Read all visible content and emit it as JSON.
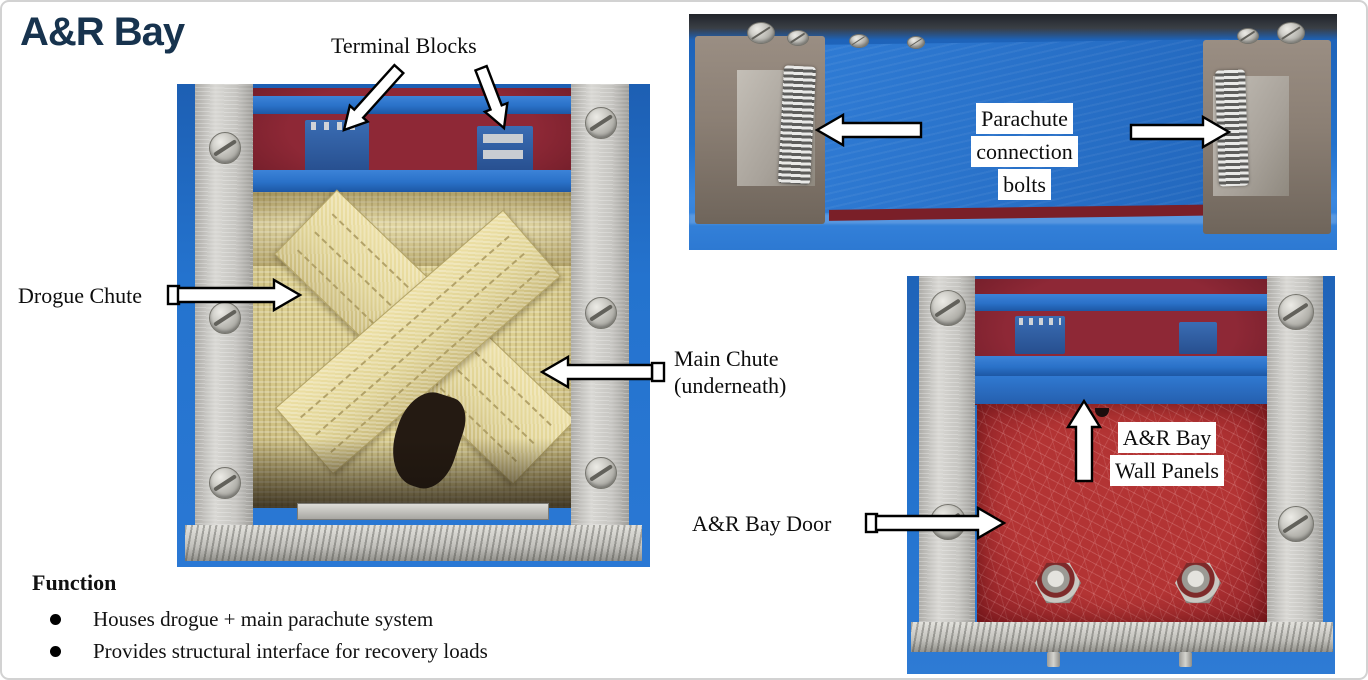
{
  "slide": {
    "title": "A&R Bay"
  },
  "annotations": {
    "terminal_blocks": "Terminal Blocks",
    "drogue_chute": "Drogue Chute",
    "main_chute": {
      "line1": "Main Chute",
      "line2": "(underneath)"
    },
    "parachute_bolts": {
      "line1": "Parachute",
      "line2": "connection",
      "line3": "bolts"
    },
    "wall_panels": {
      "line1": "A&R Bay",
      "line2": "Wall Panels"
    },
    "bay_door": "A&R Bay Door"
  },
  "function_section": {
    "heading": "Function",
    "bullets": [
      "Houses drogue + main parachute system",
      "Provides structural interface for recovery loads"
    ]
  },
  "colors": {
    "title_navy": "#17334e",
    "frame_blue": "#2273cf",
    "interior_maroon": "#7c2330",
    "door_red": "#ab2a2e",
    "kevlar_yellow": "#d9cc8d",
    "aluminum_gray": "#c9c8c4"
  }
}
